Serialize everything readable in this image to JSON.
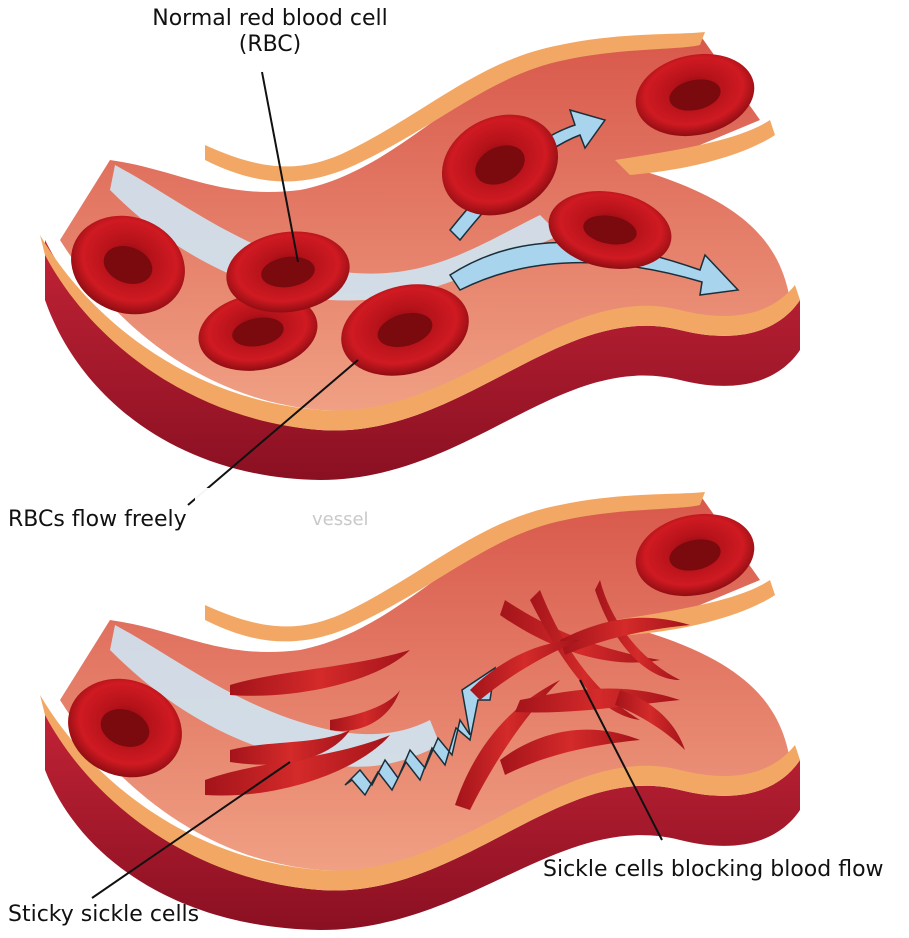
{
  "labels": {
    "normal_rbc_line1": "Normal red blood cell",
    "normal_rbc_line2": "(RBC)",
    "flow_freely": "RBCs flow freely",
    "vessel_fragment": "vessel",
    "sticky_sickle": "Sticky sickle cells",
    "sickle_blocking": "Sickle cells blocking blood flow"
  },
  "colors": {
    "vessel_outer": "#a3172a",
    "vessel_wall_orange": "#f2a864",
    "vessel_inner": "#d9574a",
    "vessel_lumen": "#e8806c",
    "rbc": "#c4141e",
    "rbc_dark": "#8e0d12",
    "flow_arrow": "#a9d4ee",
    "flow_arrow_edge": "#1a2f3a"
  },
  "panels": [
    {
      "id": "normal",
      "cells": "round",
      "flow": "free"
    },
    {
      "id": "sickle",
      "cells": "sickle",
      "flow": "blocked"
    }
  ]
}
